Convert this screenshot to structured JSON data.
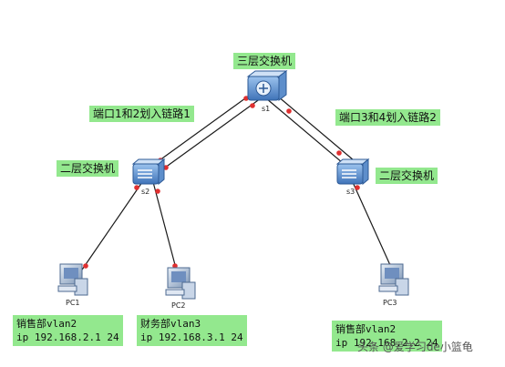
{
  "labels": {
    "core_switch": "三层交换机",
    "left_switch": "二层交换机",
    "right_switch": "二层交换机",
    "link1": "端口1和2划入链路1",
    "link2": "端口3和4划入链路2"
  },
  "nodes": {
    "s1": "s1",
    "s2": "s2",
    "s3": "s3",
    "pc1": "PC1",
    "pc2": "PC2",
    "pc3": "PC3"
  },
  "hosts": {
    "pc1": {
      "dept": "销售部vlan2",
      "ip": "ip 192.168.2.1 24"
    },
    "pc2": {
      "dept": "财务部vlan3",
      "ip": "ip 192.168.3.1 24"
    },
    "pc3": {
      "dept": "销售部vlan2",
      "ip": "ip 192.168.2.2 24"
    }
  },
  "watermark": "头条 @爱学习de小篮龟",
  "colors": {
    "label_bg": "#93e88e",
    "link": "#1a1a1a",
    "port_dot": "#e03030",
    "switch_blue": "#4a7fc0"
  }
}
